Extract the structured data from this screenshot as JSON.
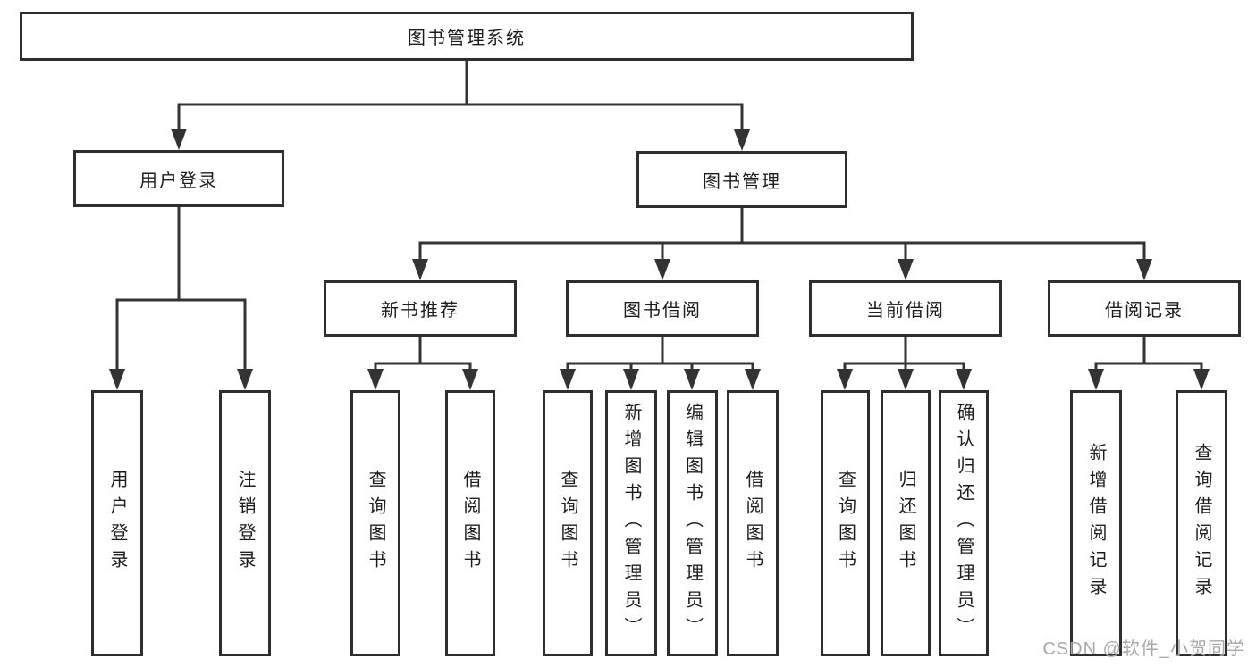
{
  "diagram": {
    "root": {
      "label": "图书管理系统"
    },
    "branches": [
      {
        "label": "用户登录",
        "children": [
          {
            "label": "用户登录"
          },
          {
            "label": "注销登录"
          }
        ]
      },
      {
        "label": "图书管理",
        "children": [
          {
            "label": "新书推荐",
            "children": [
              {
                "label": "查询图书"
              },
              {
                "label": "借阅图书"
              }
            ]
          },
          {
            "label": "图书借阅",
            "children": [
              {
                "label": "查询图书"
              },
              {
                "label": "新增图书（管理员）"
              },
              {
                "label": "编辑图书（管理员）"
              },
              {
                "label": "借阅图书"
              }
            ]
          },
          {
            "label": "当前借阅",
            "children": [
              {
                "label": "查询图书"
              },
              {
                "label": "归还图书"
              },
              {
                "label": "确认归还（管理员）"
              }
            ]
          },
          {
            "label": "借阅记录",
            "children": [
              {
                "label": "新增借阅记录"
              },
              {
                "label": "查询借阅记录"
              }
            ]
          }
        ]
      }
    ]
  },
  "watermark": {
    "text": "CSDN @软件_小贺同学"
  },
  "colors": {
    "line": "#333333",
    "box_border": "#2e2e2e",
    "text": "#1c1c1c",
    "watermark": "#a9a9a9",
    "background": "#ffffff"
  }
}
